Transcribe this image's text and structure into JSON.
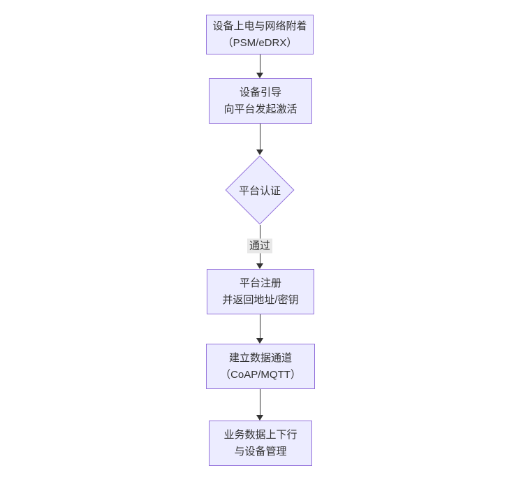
{
  "diagram": {
    "type": "flowchart",
    "direction": "top-down",
    "colors": {
      "background": "#ffffff",
      "node_fill": "#ECECFF",
      "node_border": "#9370DB",
      "text": "#333333",
      "edge": "#333333",
      "edge_label_bg": "#e8e8e8"
    },
    "nodes": [
      {
        "id": "power-attach",
        "shape": "rect",
        "line1": "设备上电与网络附着",
        "line2": "（PSM/eDRX）"
      },
      {
        "id": "bootstrap",
        "shape": "rect",
        "line1": "设备引导",
        "line2": "向平台发起激活"
      },
      {
        "id": "platform-auth",
        "shape": "diamond",
        "line1": "平台认证"
      },
      {
        "id": "register",
        "shape": "rect",
        "line1": "平台注册",
        "line2": "并返回地址/密钥"
      },
      {
        "id": "data-channel",
        "shape": "rect",
        "line1": "建立数据通道",
        "line2": "（CoAP/MQTT）"
      },
      {
        "id": "business-data",
        "shape": "rect",
        "line1": "业务数据上下行",
        "line2": "与设备管理"
      }
    ],
    "edges": [
      {
        "from": "power-attach",
        "to": "bootstrap",
        "label": ""
      },
      {
        "from": "bootstrap",
        "to": "platform-auth",
        "label": ""
      },
      {
        "from": "platform-auth",
        "to": "register",
        "label": "通过"
      },
      {
        "from": "register",
        "to": "data-channel",
        "label": ""
      },
      {
        "from": "data-channel",
        "to": "business-data",
        "label": ""
      }
    ]
  }
}
